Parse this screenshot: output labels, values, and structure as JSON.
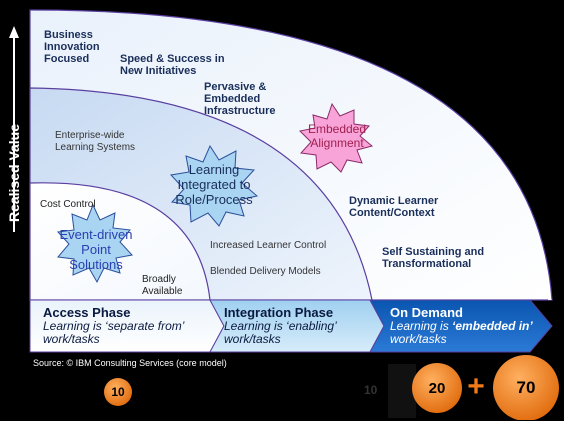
{
  "axis": {
    "ylabel": "Realised Value"
  },
  "zones": {
    "outer": [
      "Business Innovation Focused",
      "Speed & Success in New Initiatives",
      "Pervasive & Embedded Infrastructure"
    ],
    "middle": [
      "Enterprise-wide Learning Systems"
    ],
    "inner": [
      "Cost Control",
      "Broadly Available"
    ]
  },
  "bursts": {
    "event": "Event-driven Point Solutions",
    "integrated": "Learning Integrated to Role/Process",
    "embedded": "Embedded Alignment"
  },
  "middle_labels": {
    "control": "Increased Learner Control",
    "blended": "Blended Delivery Models"
  },
  "outer_labels": {
    "dynamic": "Dynamic Learner Content/Context",
    "sustain": "Self Sustaining and Transformational"
  },
  "phases": [
    {
      "title": "Access Phase",
      "desc_pre": "Learning is ",
      "desc_em": "‘separate from’",
      "desc_post": " work/tasks"
    },
    {
      "title": "Integration Phase",
      "desc_pre": "Learning is ",
      "desc_em": "‘enabling’",
      "desc_post": " work/tasks"
    },
    {
      "title": "On Demand",
      "desc_pre": "Learning is ",
      "desc_em": "‘embedded in’",
      "desc_post": " work/tasks"
    }
  ],
  "source": "Source: © IBM Consulting Services (core model)",
  "badges": {
    "left": "10",
    "faded": "10",
    "mid": "20",
    "plus": "+",
    "right": "70"
  },
  "colors": {
    "orange": "#f07a18",
    "navy": "#1a2e5a",
    "purple": "#5a3fa0"
  }
}
